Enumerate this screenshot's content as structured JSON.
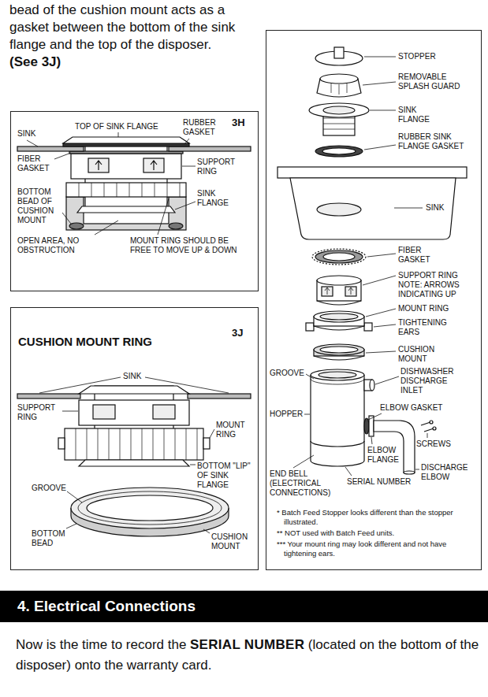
{
  "diagram": {
    "nodes": [
      {
        "text": [
          "3H"
        ]
      },
      {
        "text": [
          "CUSHION MOUNT RING",
          "3J"
        ]
      },
      {
        "text": [
          "* Batch Feed Stopper looks different than the stopper illustrated.",
          "** NOT used with Batch Feed units.",
          "*** Your mount ring may look different and not have tightening ears."
        ]
      },
      {
        "text": [
          "4. Electrical Connections"
        ]
      }
    ],
    "labels": [
      "bead of the cushion mount acts as a gasket between the bottom of the sink flange and the top of the disposer.",
      "(See 3J)",
      "SINK",
      "TOP OF SINK FLANGE",
      "RUBBER GASKET",
      "FIBER GASKET",
      "SUPPORT RING",
      "BOTTOM BEAD OF CUSHION MOUNT",
      "SINK FLANGE",
      "OPEN AREA, NO OBSTRUCTION",
      "MOUNT RING SHOULD BE FREE TO MOVE UP & DOWN",
      "SINK",
      "SUPPORT RING",
      "MOUNT RING",
      "BOTTOM \"LIP\" OF SINK FLANGE",
      "GROOVE",
      "BOTTOM BEAD",
      "CUSHION MOUNT",
      "STOPPER",
      "REMOVABLE SPLASH GUARD",
      "SINK FLANGE",
      "RUBBER SINK FLANGE GASKET",
      "SINK",
      "FIBER GASKET",
      "SUPPORT RING NOTE: ARROWS INDICATING UP",
      "MOUNT RING",
      "TIGHTENING EARS",
      "CUSHION MOUNT",
      "GROOVE",
      "DISHWASHER DISCHARGE INLET",
      "HOPPER",
      "ELBOW GASKET",
      "SCREWS",
      "ELBOW FLANGE",
      "DISCHARGE ELBOW",
      "END BELL (ELECTRICAL CONNECTIONS)",
      "SERIAL NUMBER",
      "Now is the time to record the",
      "SERIAL NUMBER",
      "(located on the bottom of the disposer) onto the warranty card."
    ]
  }
}
